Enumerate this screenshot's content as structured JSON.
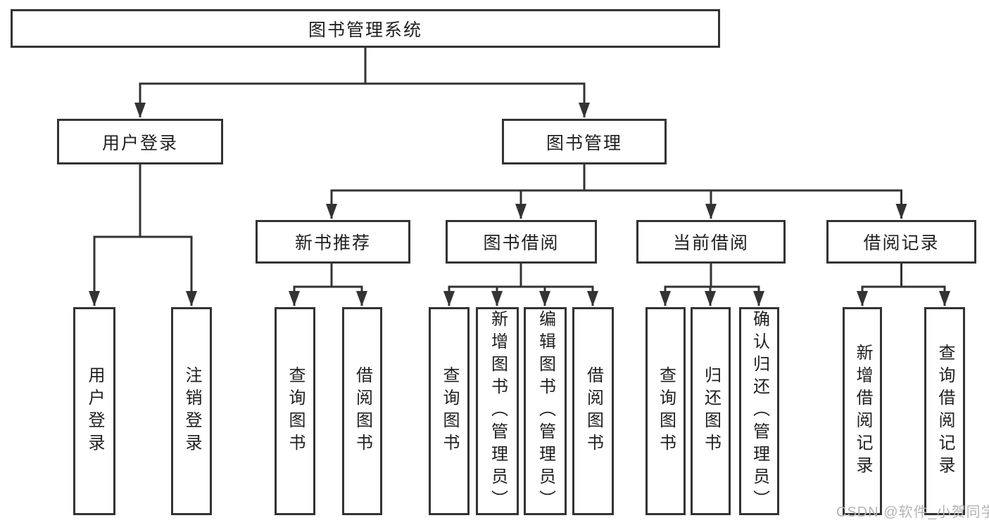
{
  "diagram": {
    "type": "hierarchy-tree",
    "tree": {
      "label": "图书管理系统",
      "children": [
        {
          "label": "用户登录",
          "children": [
            {
              "label": "用户登录"
            },
            {
              "label": "注销登录"
            }
          ]
        },
        {
          "label": "图书管理",
          "children": [
            {
              "label": "新书推荐",
              "children": [
                {
                  "label": "查询图书"
                },
                {
                  "label": "借阅图书"
                }
              ]
            },
            {
              "label": "图书借阅",
              "children": [
                {
                  "label": "查询图书"
                },
                {
                  "label": "新增图书（管理员）"
                },
                {
                  "label": "编辑图书（管理员）"
                },
                {
                  "label": "借阅图书"
                }
              ]
            },
            {
              "label": "当前借阅",
              "children": [
                {
                  "label": "查询图书"
                },
                {
                  "label": "归还图书"
                },
                {
                  "label": "确认归还（管理员）"
                }
              ]
            },
            {
              "label": "借阅记录",
              "children": [
                {
                  "label": "新增借阅记录"
                },
                {
                  "label": "查询借阅记录"
                }
              ]
            }
          ]
        }
      ]
    },
    "colors": {
      "line": "#333333",
      "box_border": "#333333",
      "box_background": "#ffffff",
      "text": "#1f1f1f",
      "watermark": "#b4b4b4"
    }
  },
  "watermark": {
    "text": "CSDN @软件_小贺同学"
  }
}
